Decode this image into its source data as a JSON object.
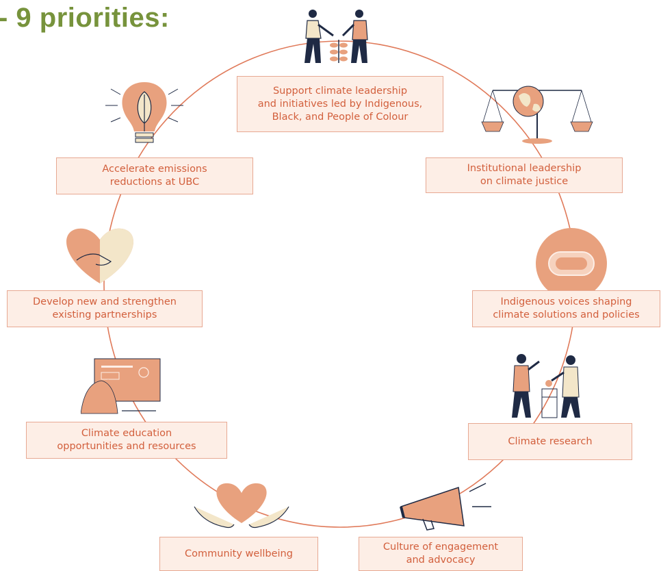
{
  "title": "- 9 priorities:",
  "colors": {
    "title": "#77933c",
    "accent": "#e8a17e",
    "line": "#e07a5a",
    "text": "#d25f3c",
    "box_bg": "#fdeee6",
    "ink": "#1f2a44"
  },
  "priorities": [
    {
      "label": "Support climate leadership\nand initiatives led by Indigenous,\nBlack, and People of Colour",
      "icon": "people-planting-sprout-icon"
    },
    {
      "label": "Institutional leadership\non climate justice",
      "icon": "globe-scale-icon"
    },
    {
      "label": "Indigenous voices shaping\nclimate solutions and policies",
      "icon": "shell-bead-icon"
    },
    {
      "label": "Climate research",
      "icon": "scientists-lab-icon"
    },
    {
      "label": "Culture of engagement\nand advocacy",
      "icon": "megaphone-icon"
    },
    {
      "label": "Community wellbeing",
      "icon": "heart-hands-icon"
    },
    {
      "label": "Climate education\nopportunities and resources",
      "icon": "computer-learning-icon"
    },
    {
      "label": "Develop new and strengthen\nexisting partnerships",
      "icon": "handshake-heart-icon"
    },
    {
      "label": "Accelerate emissions\nreductions at UBC",
      "icon": "lightbulb-leaf-icon"
    }
  ]
}
